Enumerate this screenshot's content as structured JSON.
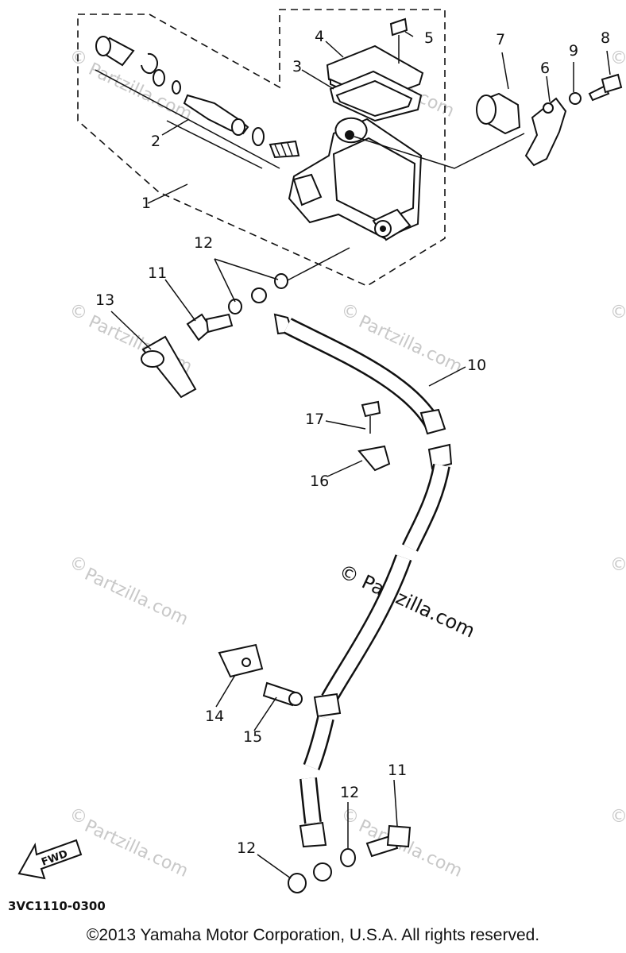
{
  "callouts": {
    "c1": "1",
    "c2": "2",
    "c3": "3",
    "c4": "4",
    "c5": "5",
    "c6": "6",
    "c7": "7",
    "c8": "8",
    "c9": "9",
    "c10": "10",
    "c11a": "11",
    "c11b": "11",
    "c12a": "12",
    "c12b": "12",
    "c12c": "12",
    "c13": "13",
    "c14": "14",
    "c15": "15",
    "c16": "16",
    "c17": "17"
  },
  "watermark": {
    "symbol": "©",
    "text": "Partzilla.com",
    "center_text": "© Partzilla.com"
  },
  "fwd_label": "FWD",
  "diagram_code": "3VC1110-0300",
  "copyright": "©2013  Yamaha Motor Corporation, U.S.A. All rights reserved."
}
